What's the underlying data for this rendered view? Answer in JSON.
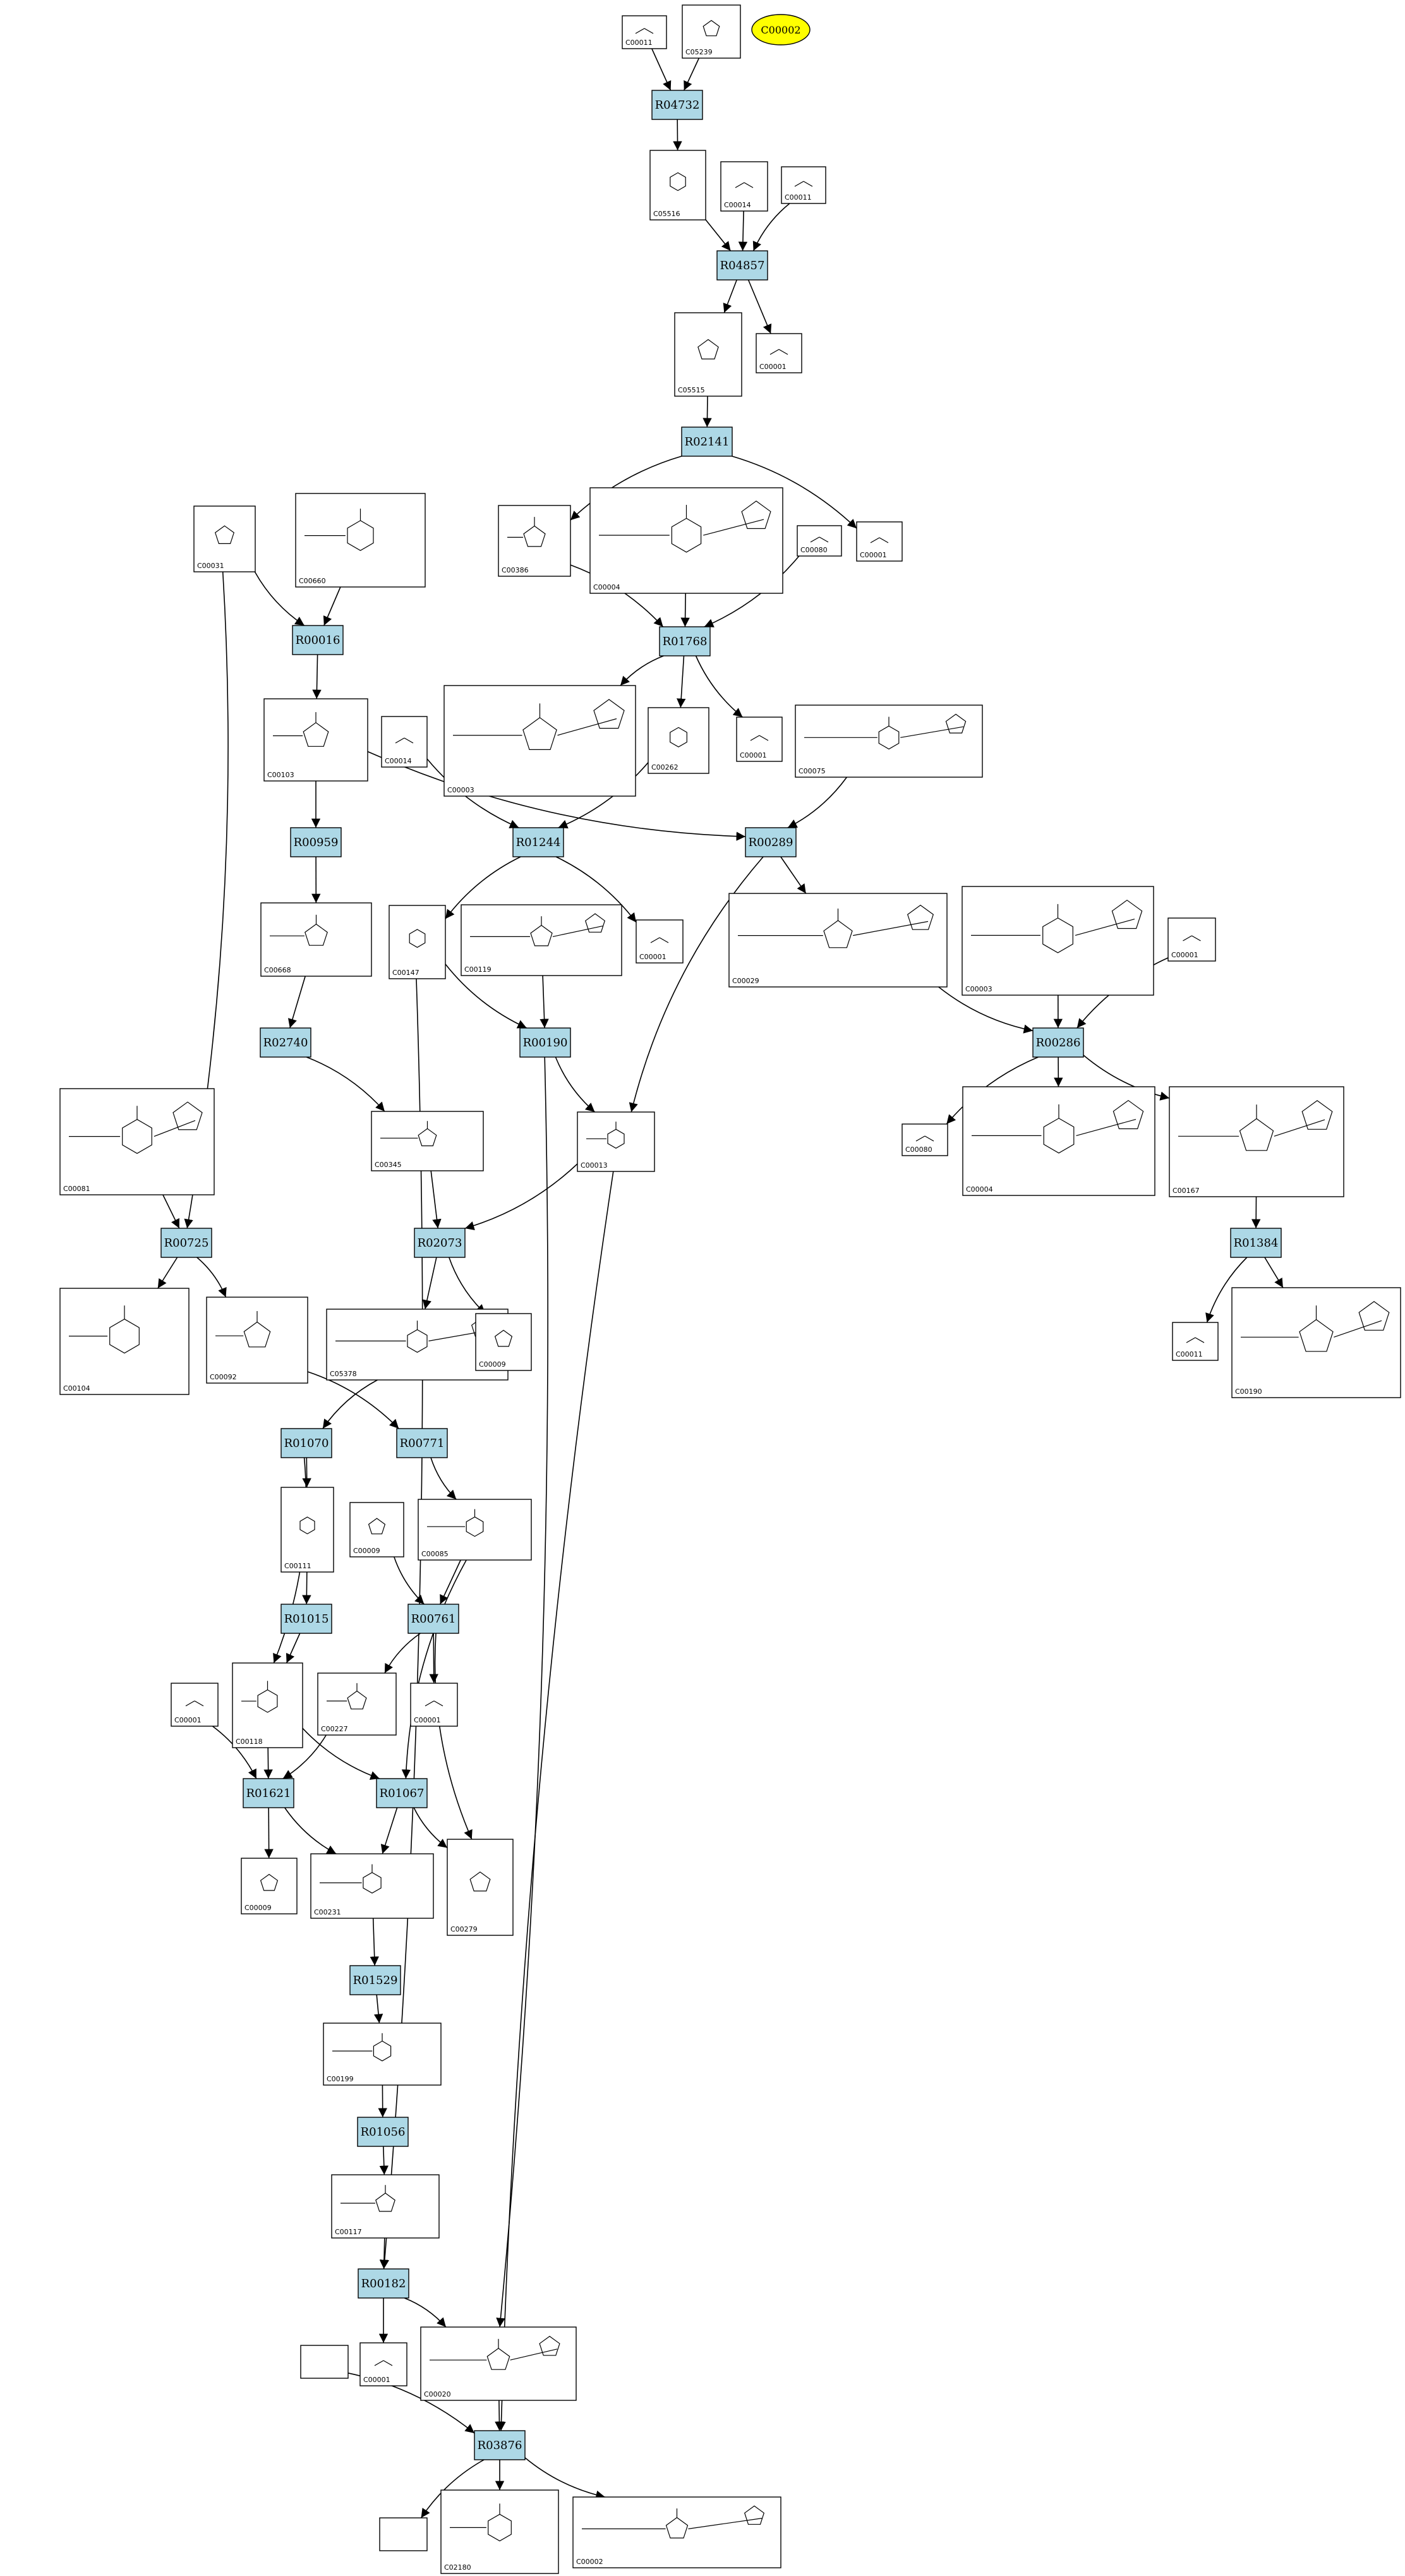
{
  "graph": {
    "start_node": "C00002",
    "reactions": [
      "R04732",
      "R04857",
      "R02141",
      "R01768",
      "R00016",
      "R00959",
      "R01244",
      "R00289",
      "R02740",
      "R00190",
      "R00286",
      "R00725",
      "R02073",
      "R01384",
      "R01070",
      "R00771",
      "R01015",
      "R00761",
      "R01621",
      "R01067",
      "R01529",
      "R01056",
      "R00182",
      "R03876"
    ],
    "compounds": [
      {
        "id": "C00011",
        "label": "C00011"
      },
      {
        "id": "C05239",
        "label": "C05239"
      },
      {
        "id": "C05516",
        "label": "C05516"
      },
      {
        "id": "C00014",
        "label": "C00014"
      },
      {
        "id": "C00011b",
        "label": "C00011"
      },
      {
        "id": "C05515",
        "label": "C05515"
      },
      {
        "id": "C00001",
        "label": "C00001"
      },
      {
        "id": "C00031",
        "label": "C00031"
      },
      {
        "id": "C00660",
        "label": "C00660"
      },
      {
        "id": "C00386",
        "label": "C00386"
      },
      {
        "id": "C00004",
        "label": "C00004"
      },
      {
        "id": "C00080",
        "label": "C00080"
      },
      {
        "id": "C00001b",
        "label": "C00001"
      },
      {
        "id": "C00103",
        "label": "C00103"
      },
      {
        "id": "C00014b",
        "label": "C00014"
      },
      {
        "id": "C00003",
        "label": "C00003"
      },
      {
        "id": "C00262",
        "label": "C00262"
      },
      {
        "id": "C00001c",
        "label": "C00001"
      },
      {
        "id": "C00075",
        "label": "C00075"
      },
      {
        "id": "C00668",
        "label": "C00668"
      },
      {
        "id": "C00147",
        "label": "C00147"
      },
      {
        "id": "C00119",
        "label": "C00119"
      },
      {
        "id": "C00001d",
        "label": "C00001"
      },
      {
        "id": "C00029",
        "label": "C00029"
      },
      {
        "id": "C00003b",
        "label": "C00003"
      },
      {
        "id": "C00001e",
        "label": "C00001"
      },
      {
        "id": "C00081",
        "label": "C00081"
      },
      {
        "id": "C00345",
        "label": "C00345"
      },
      {
        "id": "C00013",
        "label": "C00013"
      },
      {
        "id": "C00080b",
        "label": "C00080"
      },
      {
        "id": "C00004b",
        "label": "C00004"
      },
      {
        "id": "C00167",
        "label": "C00167"
      },
      {
        "id": "C00104",
        "label": "C00104"
      },
      {
        "id": "C00092",
        "label": "C00092"
      },
      {
        "id": "C05378",
        "label": "C05378"
      },
      {
        "id": "C00009",
        "label": "C00009"
      },
      {
        "id": "C00011c",
        "label": "C00011"
      },
      {
        "id": "C00190",
        "label": "C00190"
      },
      {
        "id": "C00111",
        "label": "C00111"
      },
      {
        "id": "C00009b",
        "label": "C00009"
      },
      {
        "id": "C00085",
        "label": "C00085"
      },
      {
        "id": "C00001f",
        "label": "C00001"
      },
      {
        "id": "C00118",
        "label": "C00118"
      },
      {
        "id": "C00227",
        "label": "C00227"
      },
      {
        "id": "C00001g",
        "label": "C00001"
      },
      {
        "id": "C00009c",
        "label": "C00009"
      },
      {
        "id": "C00231",
        "label": "C00231"
      },
      {
        "id": "C00279",
        "label": "C00279"
      },
      {
        "id": "C00199",
        "label": "C00199"
      },
      {
        "id": "C00117",
        "label": "C00117"
      },
      {
        "id": "C00001h",
        "label": "C00001"
      },
      {
        "id": "C00020",
        "label": "C00020"
      },
      {
        "id": "C02180",
        "label": "C02180"
      },
      {
        "id": "C00002b",
        "label": "C00002"
      },
      {
        "id": "blank1",
        "label": ""
      },
      {
        "id": "blank2",
        "label": ""
      }
    ],
    "edges": [
      [
        "C00011",
        "R04732"
      ],
      [
        "C05239",
        "R04732"
      ],
      [
        "R04732",
        "C05516"
      ],
      [
        "C05516",
        "R04857"
      ],
      [
        "C00014",
        "R04857"
      ],
      [
        "C00011b",
        "R04857"
      ],
      [
        "R04857",
        "C05515"
      ],
      [
        "R04857",
        "C00001"
      ],
      [
        "C05515",
        "R02141"
      ],
      [
        "R02141",
        "C00386"
      ],
      [
        "R02141",
        "C00001b"
      ],
      [
        "C00031",
        "R00016"
      ],
      [
        "C00660",
        "R00016"
      ],
      [
        "R00016",
        "C00103"
      ],
      [
        "C00386",
        "R01768"
      ],
      [
        "C00004",
        "R01768"
      ],
      [
        "C00080",
        "R01768"
      ],
      [
        "R01768",
        "C00003"
      ],
      [
        "R01768",
        "C00262"
      ],
      [
        "R01768",
        "C00001c"
      ],
      [
        "C00103",
        "R00959"
      ],
      [
        "C00103",
        "R00289"
      ],
      [
        "C00075",
        "R00289"
      ],
      [
        "C00014b",
        "R01244"
      ],
      [
        "C00262",
        "R01244"
      ],
      [
        "R01244",
        "C00147"
      ],
      [
        "R01244",
        "C00001d"
      ],
      [
        "R00959",
        "C00668"
      ],
      [
        "R00289",
        "C00029"
      ],
      [
        "R00289",
        "C00013"
      ],
      [
        "C00668",
        "R02740"
      ],
      [
        "C00147",
        "R00190"
      ],
      [
        "C00119",
        "R00190"
      ],
      [
        "C00029",
        "R00286"
      ],
      [
        "C00003b",
        "R00286"
      ],
      [
        "C00001e",
        "R00286"
      ],
      [
        "R02740",
        "C00345"
      ],
      [
        "R00190",
        "C00013"
      ],
      [
        "R00190",
        "C00020"
      ],
      [
        "R00286",
        "C00080b"
      ],
      [
        "R00286",
        "C00004b"
      ],
      [
        "R00286",
        "C00167"
      ],
      [
        "C00031",
        "R00725"
      ],
      [
        "C00081",
        "R00725"
      ],
      [
        "C00147",
        "R00182"
      ],
      [
        "R00725",
        "C00104"
      ],
      [
        "R00725",
        "C00092"
      ],
      [
        "C00345",
        "R02073"
      ],
      [
        "C00013",
        "R02073"
      ],
      [
        "C00013",
        "R03876"
      ],
      [
        "R02073",
        "C05378"
      ],
      [
        "R02073",
        "C00009"
      ],
      [
        "C00167",
        "R01384"
      ],
      [
        "R01384",
        "C00011c"
      ],
      [
        "R01384",
        "C00190"
      ],
      [
        "C05378",
        "R01070"
      ],
      [
        "C00092",
        "R00771"
      ],
      [
        "R01070",
        "C00111"
      ],
      [
        "R01070",
        "C00118"
      ],
      [
        "R00771",
        "C00085"
      ],
      [
        "C00111",
        "R01015"
      ],
      [
        "C00009b",
        "R00761"
      ],
      [
        "C00085",
        "R00761"
      ],
      [
        "C00085",
        "R01067"
      ],
      [
        "R01015",
        "C00118"
      ],
      [
        "R00761",
        "C00227"
      ],
      [
        "R00761",
        "C00001f"
      ],
      [
        "R00761",
        "C00279"
      ],
      [
        "C00001g",
        "R01621"
      ],
      [
        "C00118",
        "R01621"
      ],
      [
        "C00227",
        "R01621"
      ],
      [
        "C00118",
        "R01067"
      ],
      [
        "R01621",
        "C00009c"
      ],
      [
        "R01621",
        "C00231"
      ],
      [
        "R01067",
        "C00231"
      ],
      [
        "R01067",
        "C00279"
      ],
      [
        "C00231",
        "R01529"
      ],
      [
        "R01529",
        "C00199"
      ],
      [
        "C00199",
        "R01056"
      ],
      [
        "R01056",
        "C00117"
      ],
      [
        "C00117",
        "R00182"
      ],
      [
        "R00182",
        "C00001h"
      ],
      [
        "R00182",
        "C00020"
      ],
      [
        "C00020",
        "R03876"
      ],
      [
        "blank1",
        "R03876"
      ],
      [
        "R03876",
        "blank2"
      ],
      [
        "R03876",
        "C02180"
      ],
      [
        "R03876",
        "C00002b"
      ]
    ]
  }
}
